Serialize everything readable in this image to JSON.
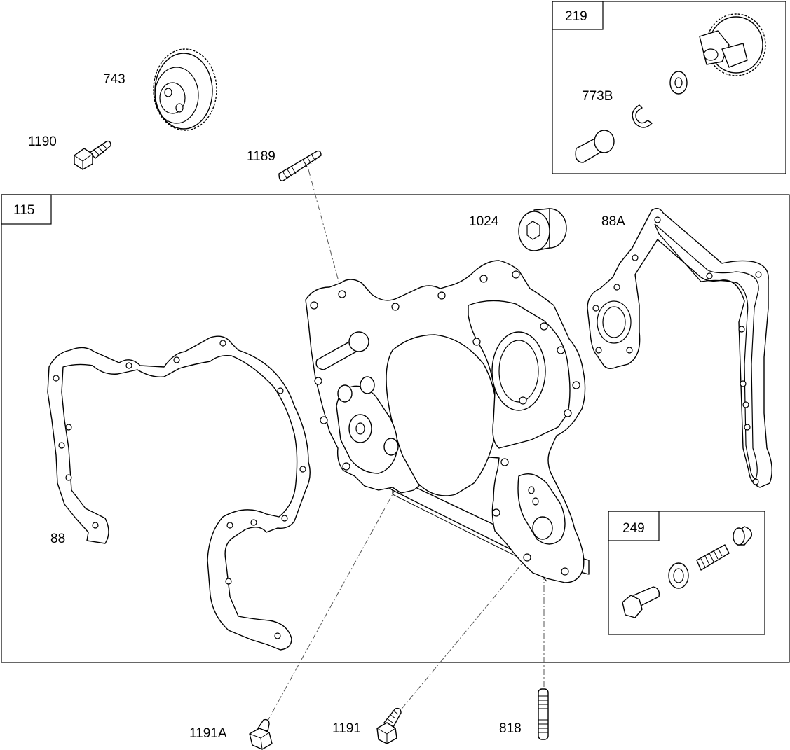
{
  "callouts": {
    "c743": "743",
    "c1190": "1190",
    "c1189": "1189",
    "c219": "219",
    "c773B": "773B",
    "c115": "115",
    "c1024": "1024",
    "c88A": "88A",
    "c88": "88",
    "c249": "249",
    "c1191A": "1191A",
    "c1191": "1191",
    "c818": "818"
  }
}
